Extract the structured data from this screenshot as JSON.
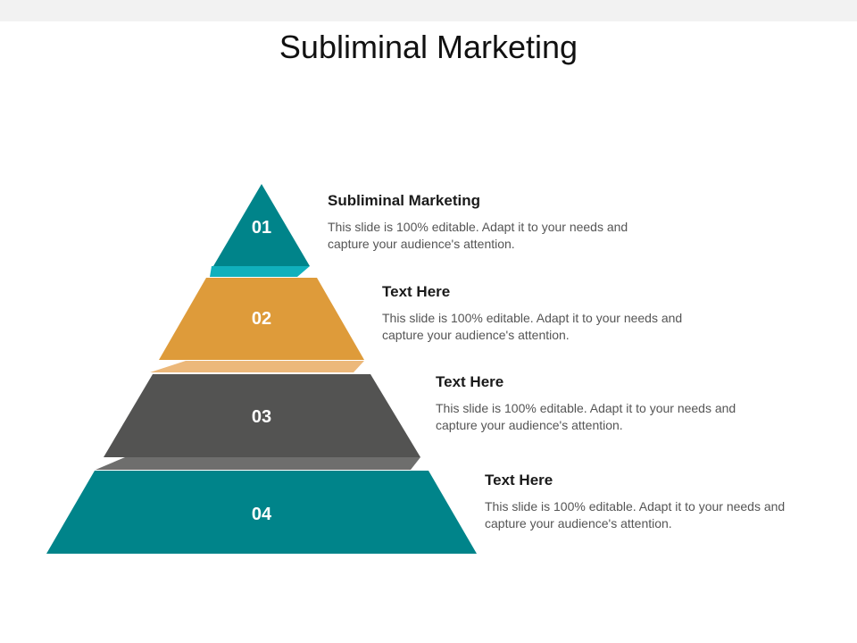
{
  "title": "Subliminal Marketing",
  "colors": {
    "teal": "#00848a",
    "teal_light": "#10b0bc",
    "orange": "#de9b3a",
    "orange_light": "#ecb87a",
    "gray": "#535352",
    "gray_light": "#6e6e6d"
  },
  "tiers": [
    {
      "number": "01",
      "heading": "Subliminal Marketing",
      "body": "This slide is 100% editable. Adapt it to your needs and capture your audience's attention."
    },
    {
      "number": "02",
      "heading": "Text Here",
      "body": "This slide is 100% editable. Adapt it to your needs and capture your audience's attention."
    },
    {
      "number": "03",
      "heading": "Text Here",
      "body": "This slide is 100% editable. Adapt it to your needs and capture your audience's attention."
    },
    {
      "number": "04",
      "heading": "Text Here",
      "body": "This slide is 100% editable. Adapt it to your needs and capture your audience's attention."
    }
  ]
}
